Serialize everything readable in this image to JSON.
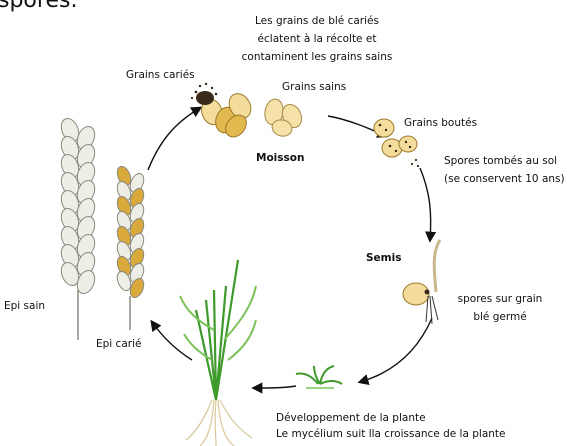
{
  "title_fragment": "spores.",
  "labels": {
    "grains_caries": "Grains cariés",
    "contamination_lines": [
      "Les grains de blé cariés",
      "éclatent à la récolte et",
      "contaminent les grains sains"
    ],
    "grains_sains": "Grains sains",
    "grains_boutes": "Grains boutés",
    "moisson": "Moisson",
    "spores_sol_lines": [
      "Spores tombés au sol",
      "(se conservent 10 ans)"
    ],
    "semis": "Semis",
    "spores_grain_lines": [
      "spores sur grain",
      "blé germé"
    ],
    "epi_sain": "Epi sain",
    "epi_carie": "Epi carié",
    "developpement_lines": [
      "Développement de la plante",
      "Le mycélium suit lla croissance de la plante"
    ]
  },
  "colors": {
    "ink": "#111111",
    "grain_fill": "#f3dc9c",
    "grain_dark": "#d9a93b",
    "smut": "#3a2a1a",
    "healthy_ear": "#eeeee6",
    "healthy_ear_stroke": "#8a8a80",
    "leaf_green": "#3f9a2c",
    "leaf_light": "#7cc35c",
    "root": "#d8c89a"
  }
}
